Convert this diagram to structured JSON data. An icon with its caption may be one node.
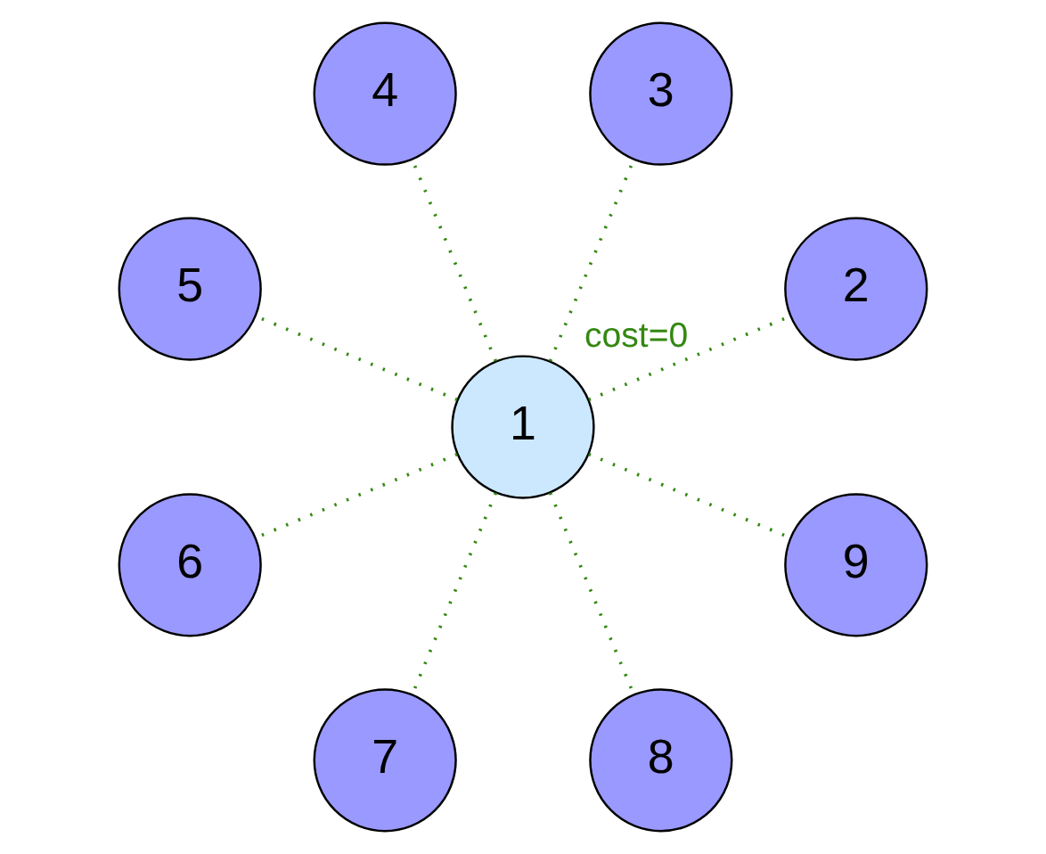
{
  "diagram": {
    "nodes": [
      {
        "text": [
          "1"
        ]
      },
      {
        "text": [
          "2"
        ]
      },
      {
        "text": [
          "3"
        ]
      },
      {
        "text": [
          "4"
        ]
      },
      {
        "text": [
          "5"
        ]
      },
      {
        "text": [
          "6"
        ]
      },
      {
        "text": [
          "7"
        ]
      },
      {
        "text": [
          "8"
        ]
      },
      {
        "text": [
          "9"
        ]
      }
    ],
    "edges": [
      {
        "from": 0,
        "to": 1,
        "arrow": "none",
        "label": "cost=0"
      },
      {
        "from": 0,
        "to": 2,
        "arrow": "none"
      },
      {
        "from": 0,
        "to": 3,
        "arrow": "none"
      },
      {
        "from": 0,
        "to": 4,
        "arrow": "none"
      },
      {
        "from": 0,
        "to": 5,
        "arrow": "none"
      },
      {
        "from": 0,
        "to": 6,
        "arrow": "none"
      },
      {
        "from": 0,
        "to": 7,
        "arrow": "none"
      },
      {
        "from": 0,
        "to": 8,
        "arrow": "none"
      }
    ]
  }
}
